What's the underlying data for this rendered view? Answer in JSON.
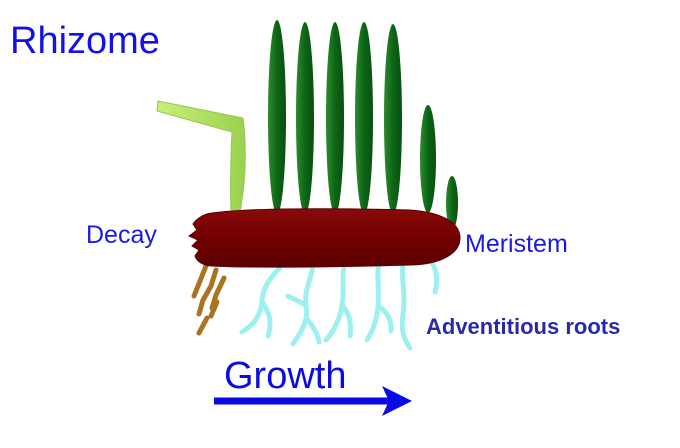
{
  "title": "Rhizome",
  "labels": {
    "decay": "Decay",
    "meristem": "Meristem",
    "adventitious_roots": "Adventitious roots",
    "growth": "Growth"
  },
  "colors": {
    "title_text": "#1212e6",
    "label_text": "#1a1ae0",
    "roots_text": "#2a2aa8",
    "rhizome_body": "#7a0000",
    "leaf": "#0f6b1a",
    "old_shoot": "#b5e06b",
    "adventitious_root": "#9ef0f0",
    "decayed_root": "#a8741e",
    "growth_arrow": "#0a0ae8"
  }
}
